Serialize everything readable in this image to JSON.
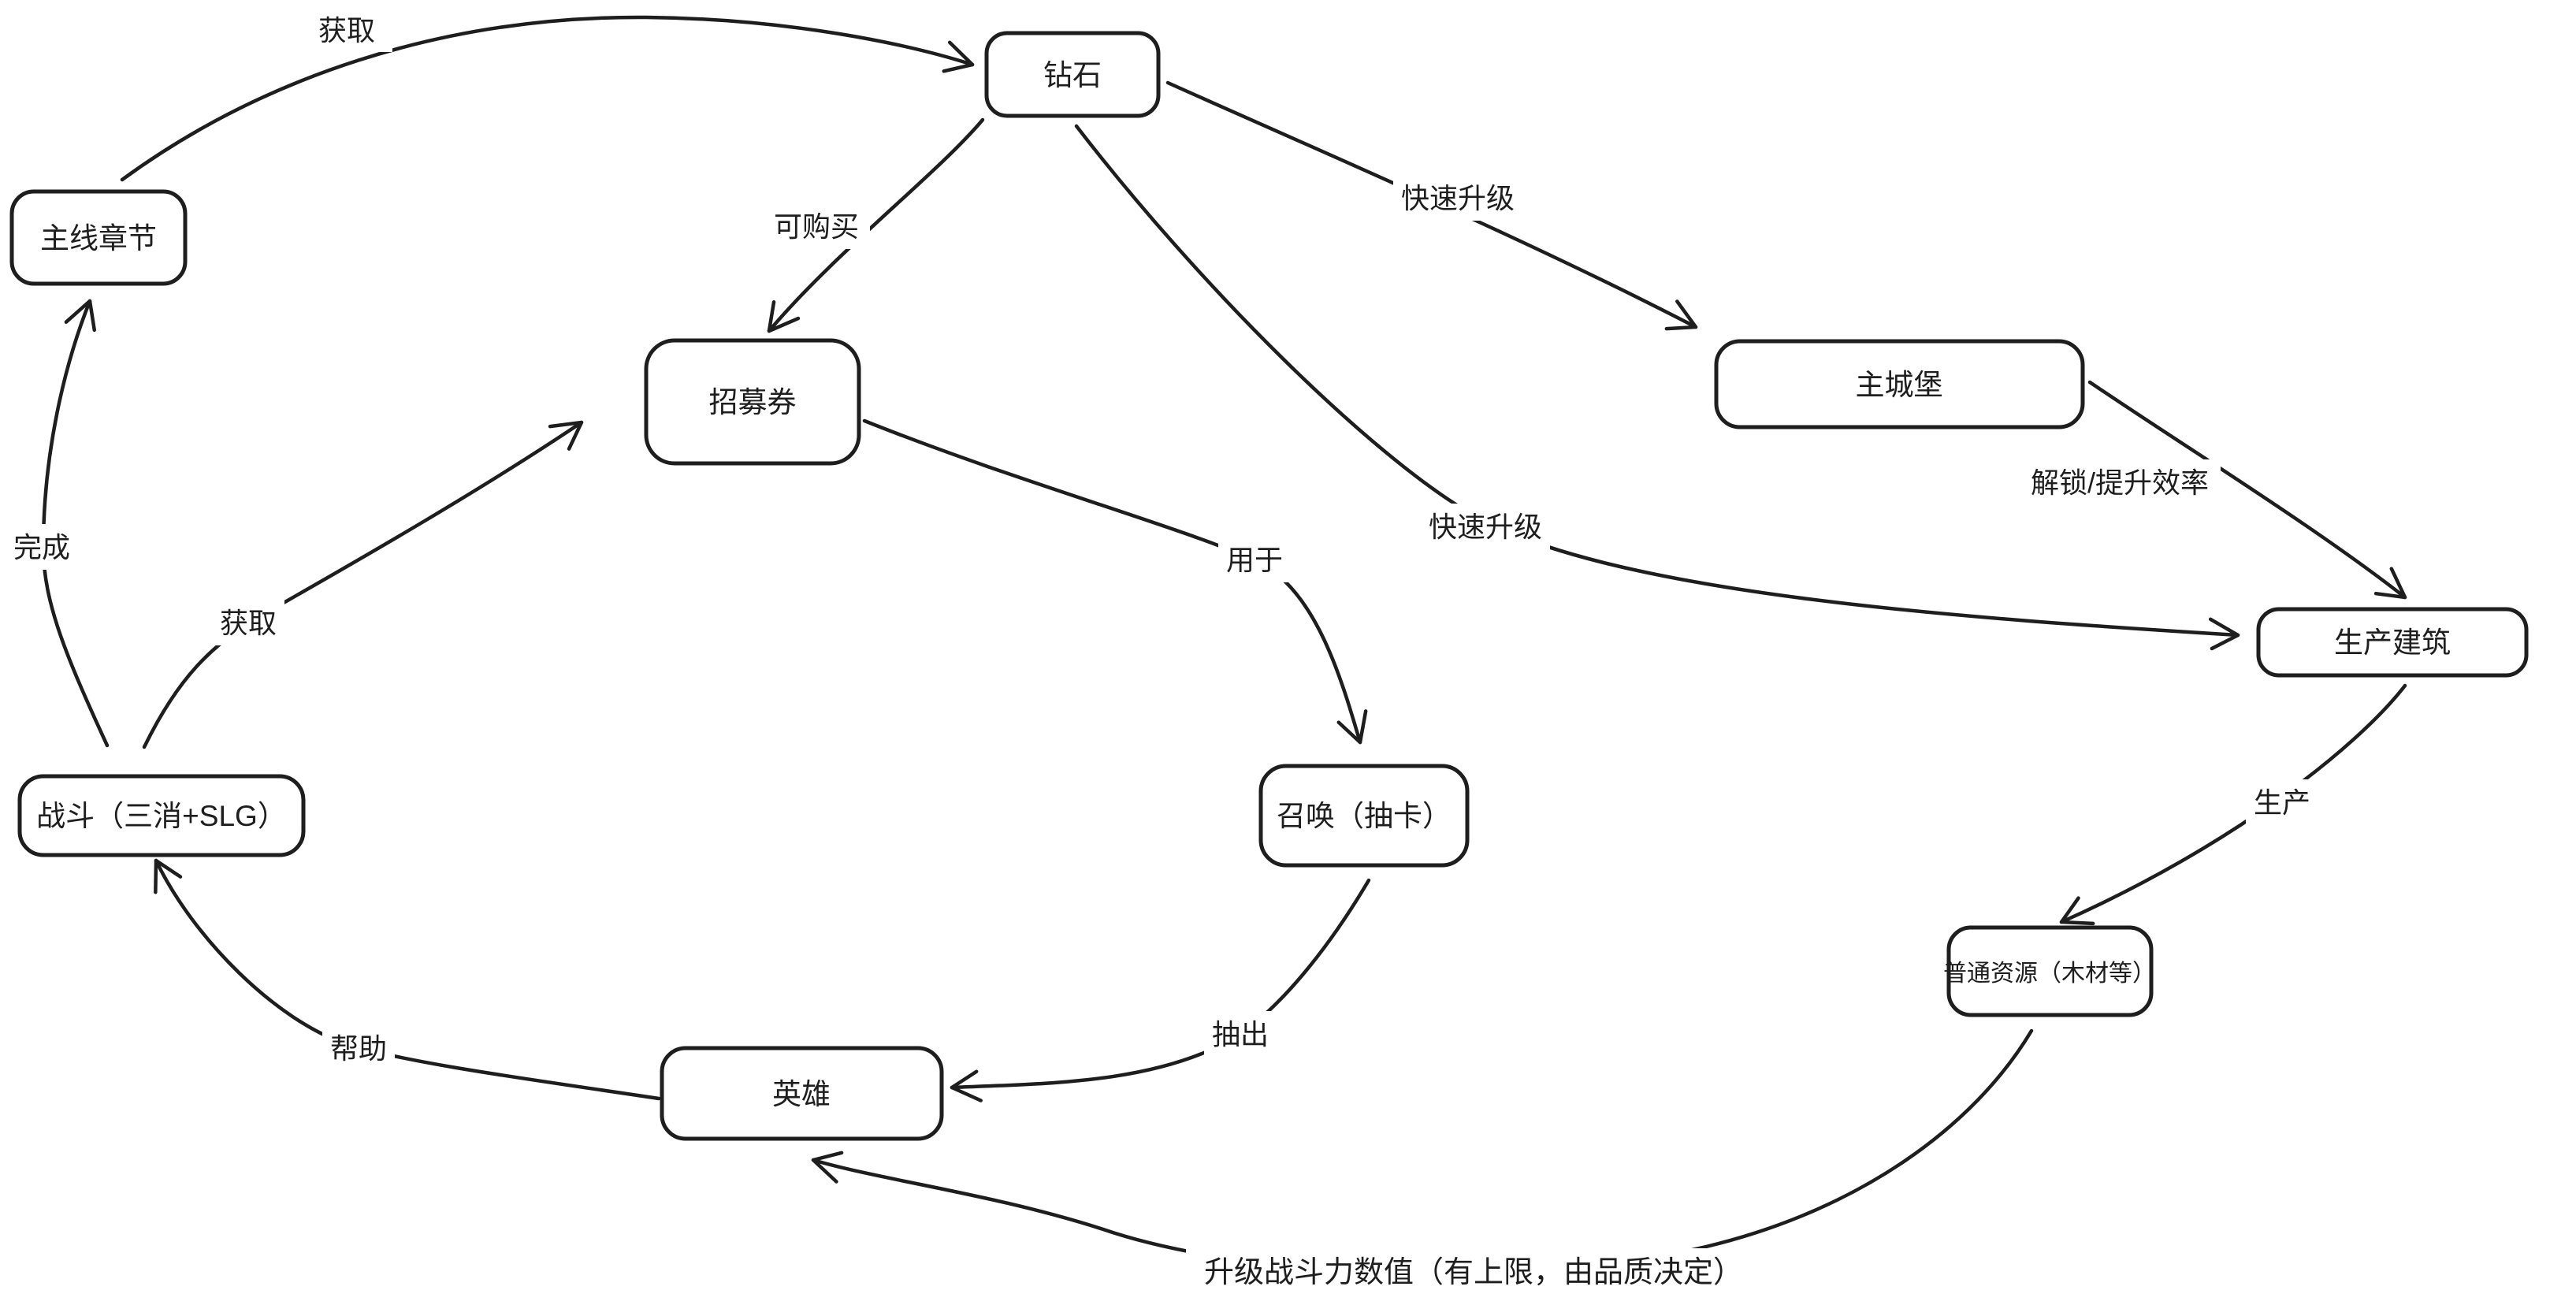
{
  "diagram": {
    "background_color": "#ffffff",
    "stroke_color": "#1e1e1e",
    "nodes": {
      "main_chapter": {
        "label": "主线章节"
      },
      "diamond": {
        "label": "钻石"
      },
      "recruit_ticket": {
        "label": "招募券"
      },
      "main_castle": {
        "label": "主城堡"
      },
      "production_building": {
        "label": "生产建筑"
      },
      "battle": {
        "label": "战斗（三消+SLG）"
      },
      "summon": {
        "label": "召唤（抽卡）"
      },
      "common_resources": {
        "label": "普通资源（木材等）"
      },
      "hero": {
        "label": "英雄"
      }
    },
    "edges": {
      "chapter_to_diamond": {
        "label": "获取",
        "from": "主线章节",
        "to": "钻石"
      },
      "diamond_to_ticket": {
        "label": "可购买",
        "from": "钻石",
        "to": "招募券"
      },
      "diamond_to_castle": {
        "label": "快速升级",
        "from": "钻石",
        "to": "主城堡"
      },
      "diamond_to_production": {
        "label": "快速升级",
        "from": "钻石",
        "to": "生产建筑"
      },
      "castle_to_production": {
        "label": "解锁/提升效率",
        "from": "主城堡",
        "to": "生产建筑"
      },
      "production_to_resources": {
        "label": "生产",
        "from": "生产建筑",
        "to": "普通资源（木材等）"
      },
      "ticket_to_summon": {
        "label": "用于",
        "from": "招募券",
        "to": "召唤（抽卡）"
      },
      "summon_to_hero": {
        "label": "抽出",
        "from": "召唤（抽卡）",
        "to": "英雄"
      },
      "hero_to_battle": {
        "label": "帮助",
        "from": "英雄",
        "to": "战斗（三消+SLG）"
      },
      "battle_to_ticket": {
        "label": "获取",
        "from": "战斗（三消+SLG）",
        "to": "招募券"
      },
      "battle_to_chapter": {
        "label": "完成",
        "from": "战斗（三消+SLG）",
        "to": "主线章节"
      },
      "resources_to_hero": {
        "label": "升级战斗力数值（有上限，由品质决定）",
        "from": "普通资源（木材等）",
        "to": "英雄"
      }
    }
  }
}
